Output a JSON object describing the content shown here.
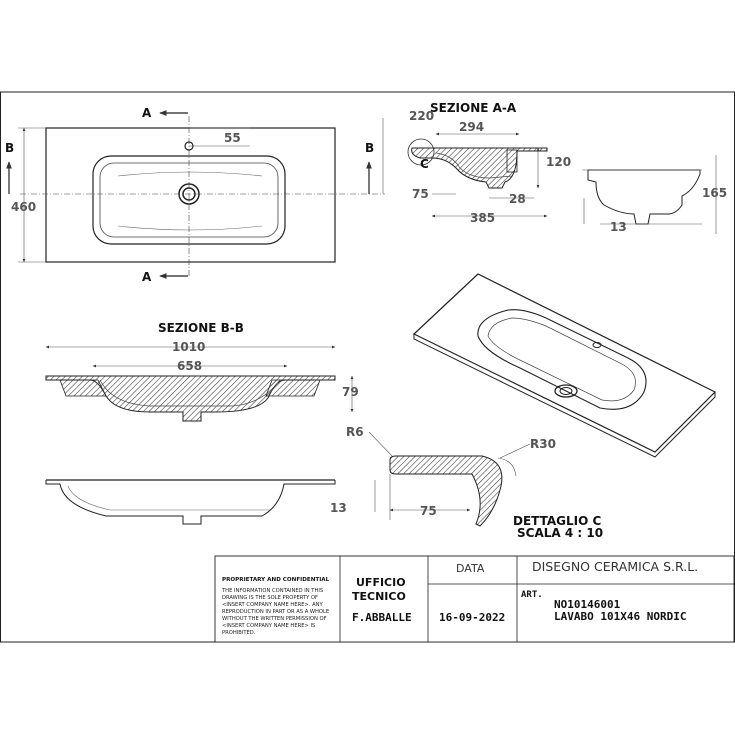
{
  "section_aa": {
    "title": "SEZIONE A-A",
    "dims": {
      "d220": "220",
      "d294": "294",
      "d120": "120",
      "d75": "75",
      "d28": "28",
      "d385": "385"
    },
    "detail_marker": "C"
  },
  "top_view": {
    "cut_a": "A",
    "cut_b": "B",
    "dims": {
      "d55": "55",
      "d460": "460"
    }
  },
  "side_view": {
    "dims": {
      "d165": "165",
      "d13": "13"
    }
  },
  "section_bb": {
    "title": "SEZIONE B-B",
    "dims": {
      "d1010": "1010",
      "d658": "658",
      "d79": "79"
    }
  },
  "detail_c": {
    "title": "DETTAGLIO C",
    "scale": "SCALA 4 : 10",
    "dims": {
      "r6": "R6",
      "r30": "R30",
      "d13": "13",
      "d75": "75"
    }
  },
  "title_block": {
    "proprietary_heading": "PROPRIETARY AND CONFIDENTIAL",
    "proprietary_lines": [
      "THE INFORMATION CONTAINED IN THIS",
      "DRAWING IS THE SOLE PROPERTY OF",
      "<INSERT COMPANY NAME HERE>.  ANY",
      "REPRODUCTION IN PART OR AS A WHOLE",
      "WITHOUT THE WRITTEN PERMISSION OF",
      "<INSERT COMPANY NAME HERE> IS",
      "PROHIBITED."
    ],
    "office_line1": "UFFICIO",
    "office_line2": "TECNICO",
    "author": "F.ABBALLE",
    "date_label": "DATA",
    "date_value": "16-09-2022",
    "company": "DISEGNO CERAMICA S.R.L.",
    "art_label": "ART.",
    "article_code": "NO10146001",
    "article_name": "LAVABO 101X46 NORDIC"
  }
}
